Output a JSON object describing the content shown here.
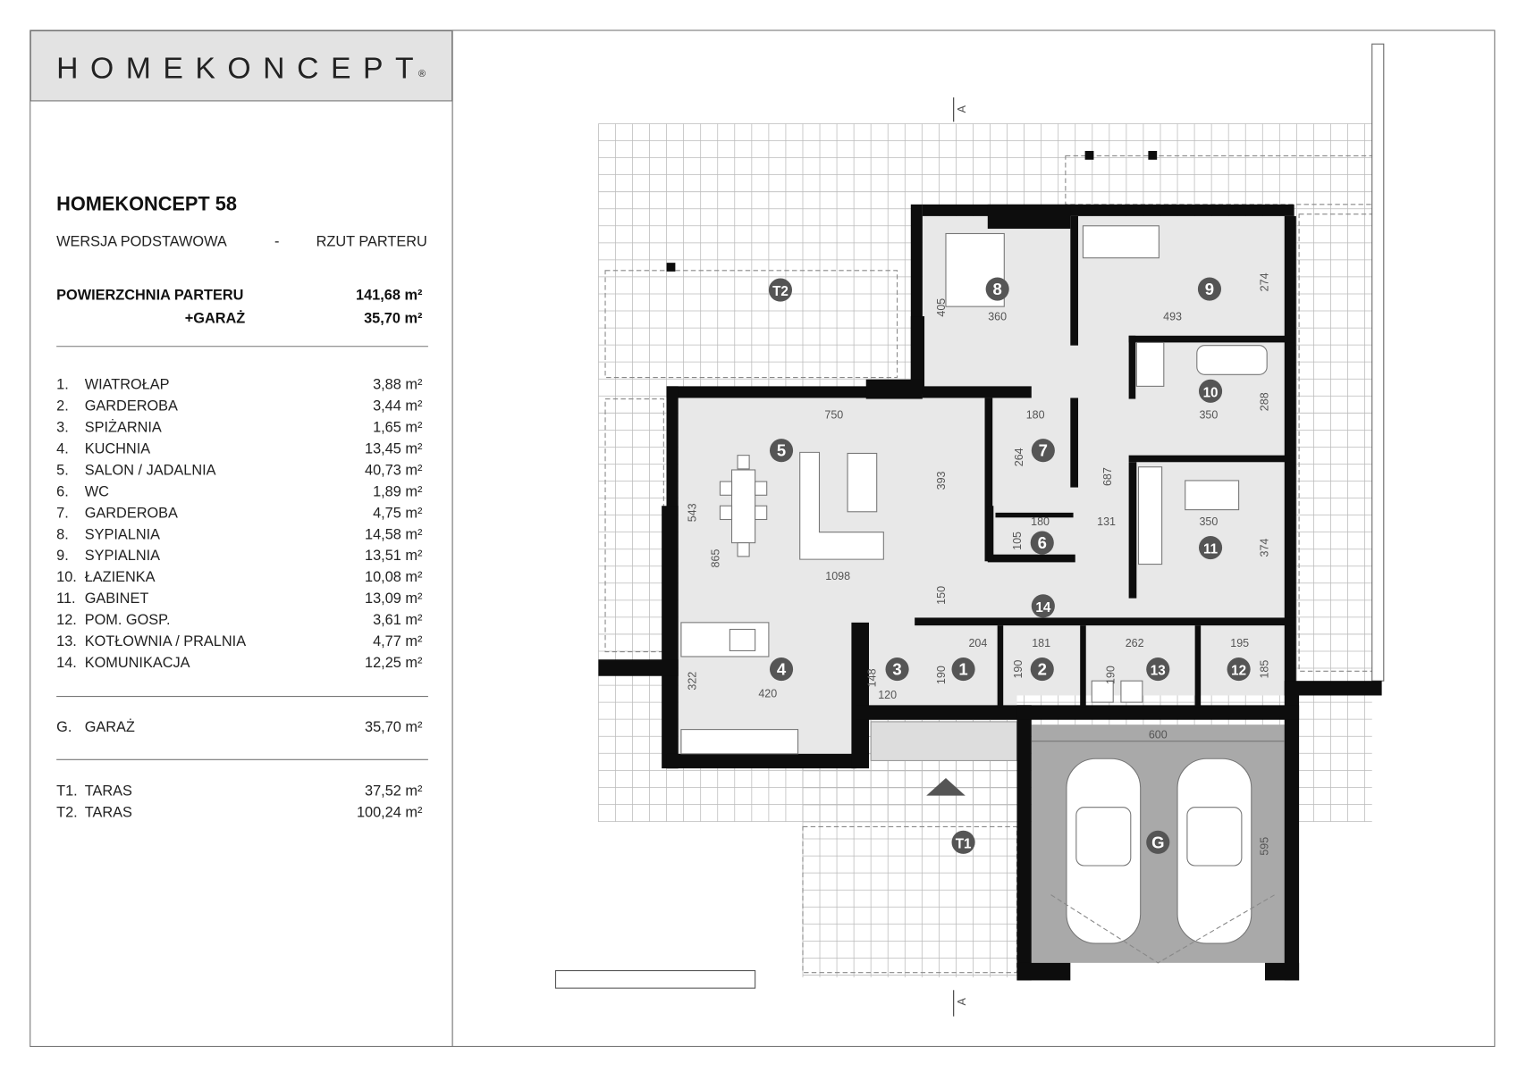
{
  "logo": "HOMEKONCEPT",
  "project": {
    "title": "HOMEKONCEPT 58",
    "version": "WERSJA  PODSTAWOWA",
    "separator": "-",
    "view": "RZUT PARTERU"
  },
  "summary": [
    {
      "label": "POWIERZCHNIA PARTERU",
      "value": "141,68 m²"
    },
    {
      "label": "+GARAŻ",
      "value": "35,70 m²"
    }
  ],
  "rooms": [
    {
      "no": "1.",
      "name": "WIATROŁAP",
      "area": "3,88 m²"
    },
    {
      "no": "2.",
      "name": "GARDEROBA",
      "area": "3,44 m²"
    },
    {
      "no": "3.",
      "name": "SPIŻARNIA",
      "area": "1,65 m²"
    },
    {
      "no": "4.",
      "name": "KUCHNIA",
      "area": "13,45 m²"
    },
    {
      "no": "5.",
      "name": "SALON / JADALNIA",
      "area": "40,73 m²"
    },
    {
      "no": "6.",
      "name": "WC",
      "area": "1,89 m²"
    },
    {
      "no": "7.",
      "name": "GARDEROBA",
      "area": "4,75 m²"
    },
    {
      "no": "8.",
      "name": "SYPIALNIA",
      "area": "14,58 m²"
    },
    {
      "no": "9.",
      "name": "SYPIALNIA",
      "area": "13,51 m²"
    },
    {
      "no": "10.",
      "name": "ŁAZIENKA",
      "area": "10,08 m²"
    },
    {
      "no": "11.",
      "name": "GABINET",
      "area": "13,09 m²"
    },
    {
      "no": "12.",
      "name": "POM. GOSP.",
      "area": "3,61 m²"
    },
    {
      "no": "13.",
      "name": "KOTŁOWNIA / PRALNIA",
      "area": "4,77 m²"
    },
    {
      "no": "14.",
      "name": "KOMUNIKACJA",
      "area": "12,25 m²"
    }
  ],
  "garage": {
    "no": "G.",
    "name": "GARAŻ",
    "area": "35,70 m²"
  },
  "terraces": [
    {
      "no": "T1.",
      "name": "TARAS",
      "area": "37,52 m²"
    },
    {
      "no": "T2.",
      "name": "TARAS",
      "area": "100,24 m²"
    }
  ],
  "plan": {
    "section_marker": "A",
    "labels": [
      "8",
      "9",
      "10",
      "T2",
      "5",
      "7",
      "6",
      "11",
      "14",
      "4",
      "3",
      "1",
      "2",
      "13",
      "12",
      "T1",
      "G"
    ],
    "dimensions": [
      "360",
      "405",
      "493",
      "274",
      "350",
      "288",
      "750",
      "180",
      "264",
      "393",
      "687",
      "543",
      "180",
      "131",
      "350",
      "374",
      "865",
      "105",
      "1098",
      "150",
      "204",
      "181",
      "262",
      "195",
      "190",
      "190",
      "190",
      "185",
      "148",
      "120",
      "322",
      "420",
      "600",
      "595"
    ]
  },
  "colors": {
    "room_fill": "#e8e8e8",
    "garage_fill": "#a9a9a9",
    "label_circle": "#555555",
    "header_bg": "#e3e3e3"
  }
}
